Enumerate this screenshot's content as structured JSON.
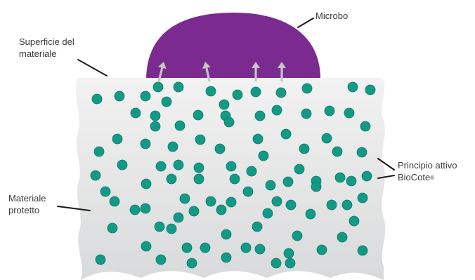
{
  "labels": {
    "surface_line1": "Superficie del",
    "surface_line2": "materiale",
    "protected_line1": "Materiale",
    "protected_line2": "protetto",
    "active_line1": "Principio attivo",
    "active_line2": "BioCote",
    "active_mark": "®",
    "microbe": "Microbo"
  },
  "colors": {
    "material_fill_top": "#f2f2f2",
    "material_fill_bottom": "#d9dadb",
    "particle": "#129a86",
    "particle_edge": "#0c7b6b",
    "microbe": "#7b2a8f",
    "arrow": "#c4c6c7",
    "leader": "#1a1a1a",
    "text": "#3a3a3a"
  },
  "icons": [
    "arrow-up-icon"
  ]
}
